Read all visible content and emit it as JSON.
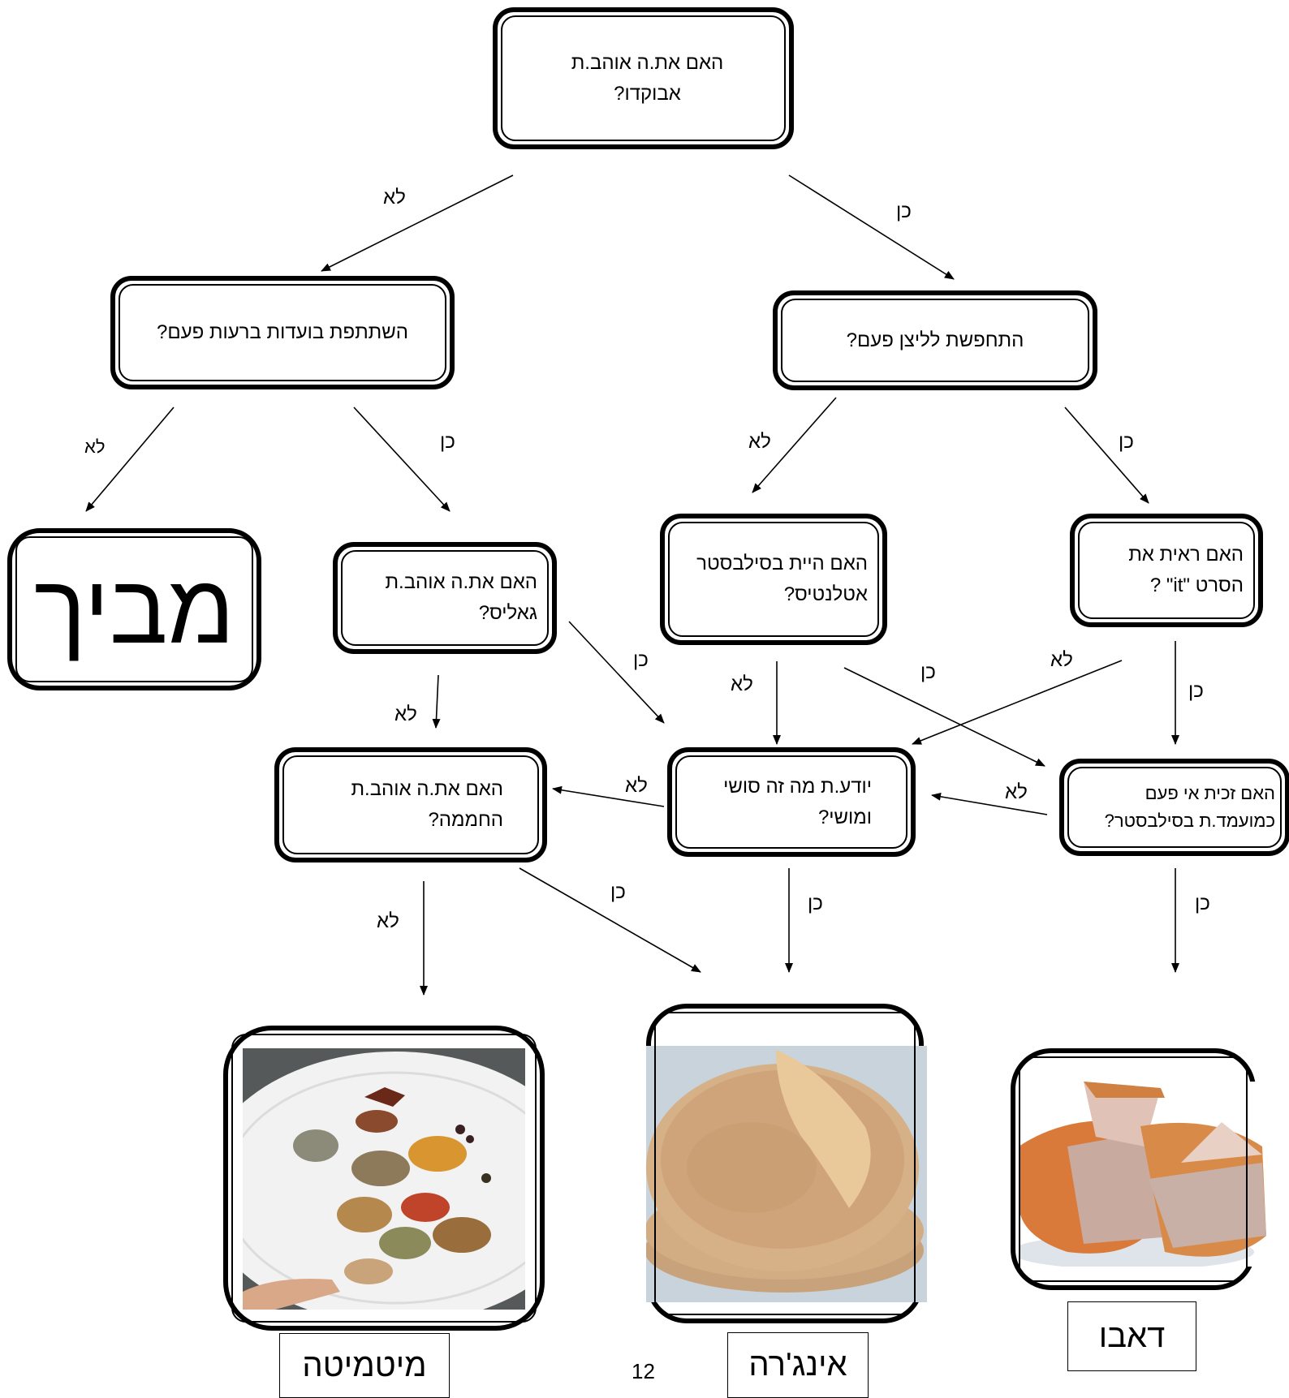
{
  "questions": {
    "avocado": "האם את.ה אוהב.ת אבוקדו?",
    "clown": "התחפשת לליצן פעם?",
    "events": "השתתפת בועדות ברעות פעם?",
    "it_movie": "האם ראית את הסרט \"it\" ?",
    "sylvester_atlantis": "האם היית בסילבסטר אטלנטיס?",
    "gallis": "האם את.ה אוהב.ת גאליס?",
    "sushi": "יודע.ת מה זה סושי ומושי?",
    "candidate": "האם זכית אי פעם כמועמד.ת בסילבסטר?",
    "chamin": "האם את.ה אוהב.ת החממה?"
  },
  "results": {
    "embarrassing": "מביך",
    "mitmita": "מיטמיטה",
    "injera": "אינג'רה",
    "dabo": "דאבו"
  },
  "edge_labels": {
    "yes": "כן",
    "no": "לא"
  },
  "icons": {
    "mitmita_photo": "spice-plate-icon",
    "injera_photo": "injera-bread-icon",
    "dabo_photo": "dabo-bread-icon"
  },
  "page_number": "12"
}
